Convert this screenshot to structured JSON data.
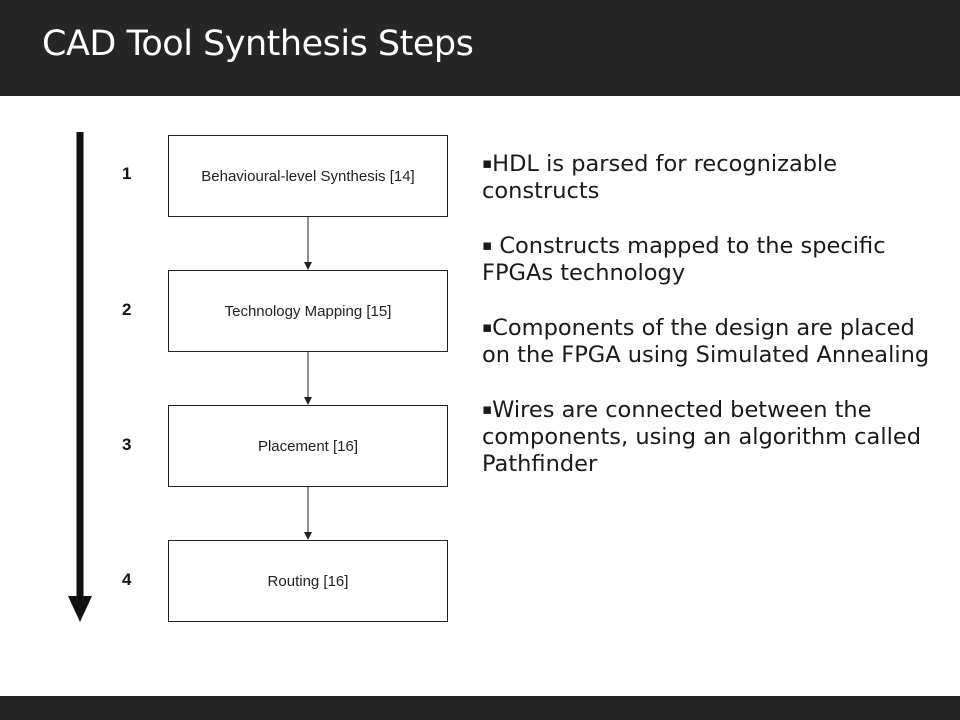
{
  "slide": {
    "title": "CAD Tool Synthesis Steps"
  },
  "diagram": {
    "steps": [
      {
        "number": "1",
        "label": "Behavioural-level Synthesis [14]"
      },
      {
        "number": "2",
        "label": "Technology Mapping [15]"
      },
      {
        "number": "3",
        "label": "Placement [16]"
      },
      {
        "number": "4",
        "label": "Routing [16]"
      }
    ]
  },
  "bullets": [
    {
      "marker": "▪",
      "text": "HDL is parsed for recognizable constructs"
    },
    {
      "marker": "▪",
      "text": " Constructs mapped to the specific FPGAs technology"
    },
    {
      "marker": "▪",
      "text": "Components of the design are placed on the FPGA using Simulated Annealing"
    },
    {
      "marker": "▪",
      "text": "Wires are connected between the components, using an algorithm called Pathfinder"
    }
  ]
}
